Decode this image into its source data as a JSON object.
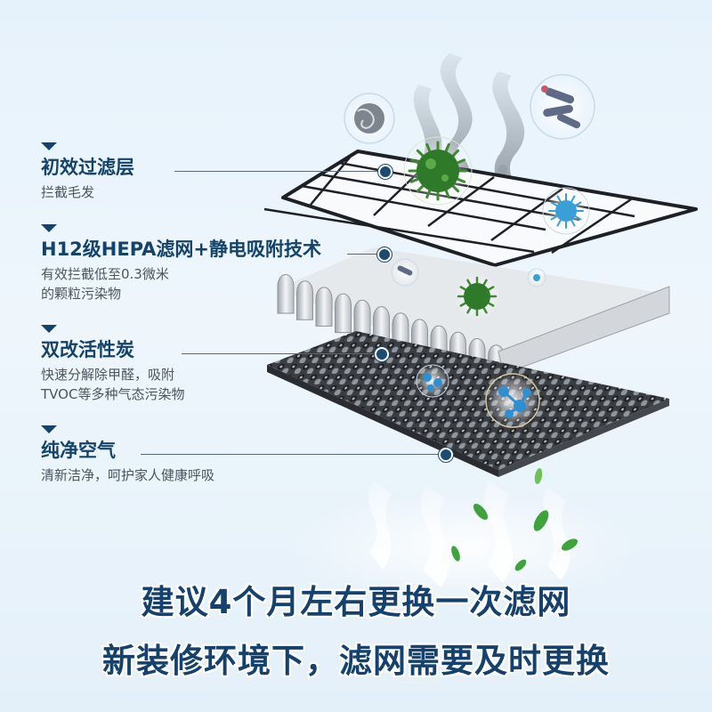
{
  "layers": [
    {
      "title": "初效过滤层",
      "desc": [
        "拦截毛发"
      ]
    },
    {
      "title": "H12级HEPA滤网+静电吸附技术",
      "desc": [
        "有效拦截低至0.3微米",
        "的颗粒污染物"
      ]
    },
    {
      "title": "双改活性炭",
      "desc": [
        "快速分解除甲醛，吸附",
        "TVOC等多种气态污染物"
      ]
    },
    {
      "title": "纯净空气",
      "desc": [
        "清新洁净，呵护家人健康呼吸"
      ]
    }
  ],
  "footer": {
    "line1": "建议4个月左右更换一次滤网",
    "line2": "新装修环境下，滤网需要及时更换"
  },
  "colors": {
    "title": "#13436b",
    "desc": "#4a5560",
    "background": "#e6f2fb",
    "virus": "#2f7a2a",
    "leaf": "#3ea33b"
  },
  "icons": [
    "triangle-marker",
    "virus-icon",
    "bacteria-icon",
    "dust-hair-icon",
    "molecule-icon",
    "leaf-icon",
    "smoke-icon"
  ]
}
